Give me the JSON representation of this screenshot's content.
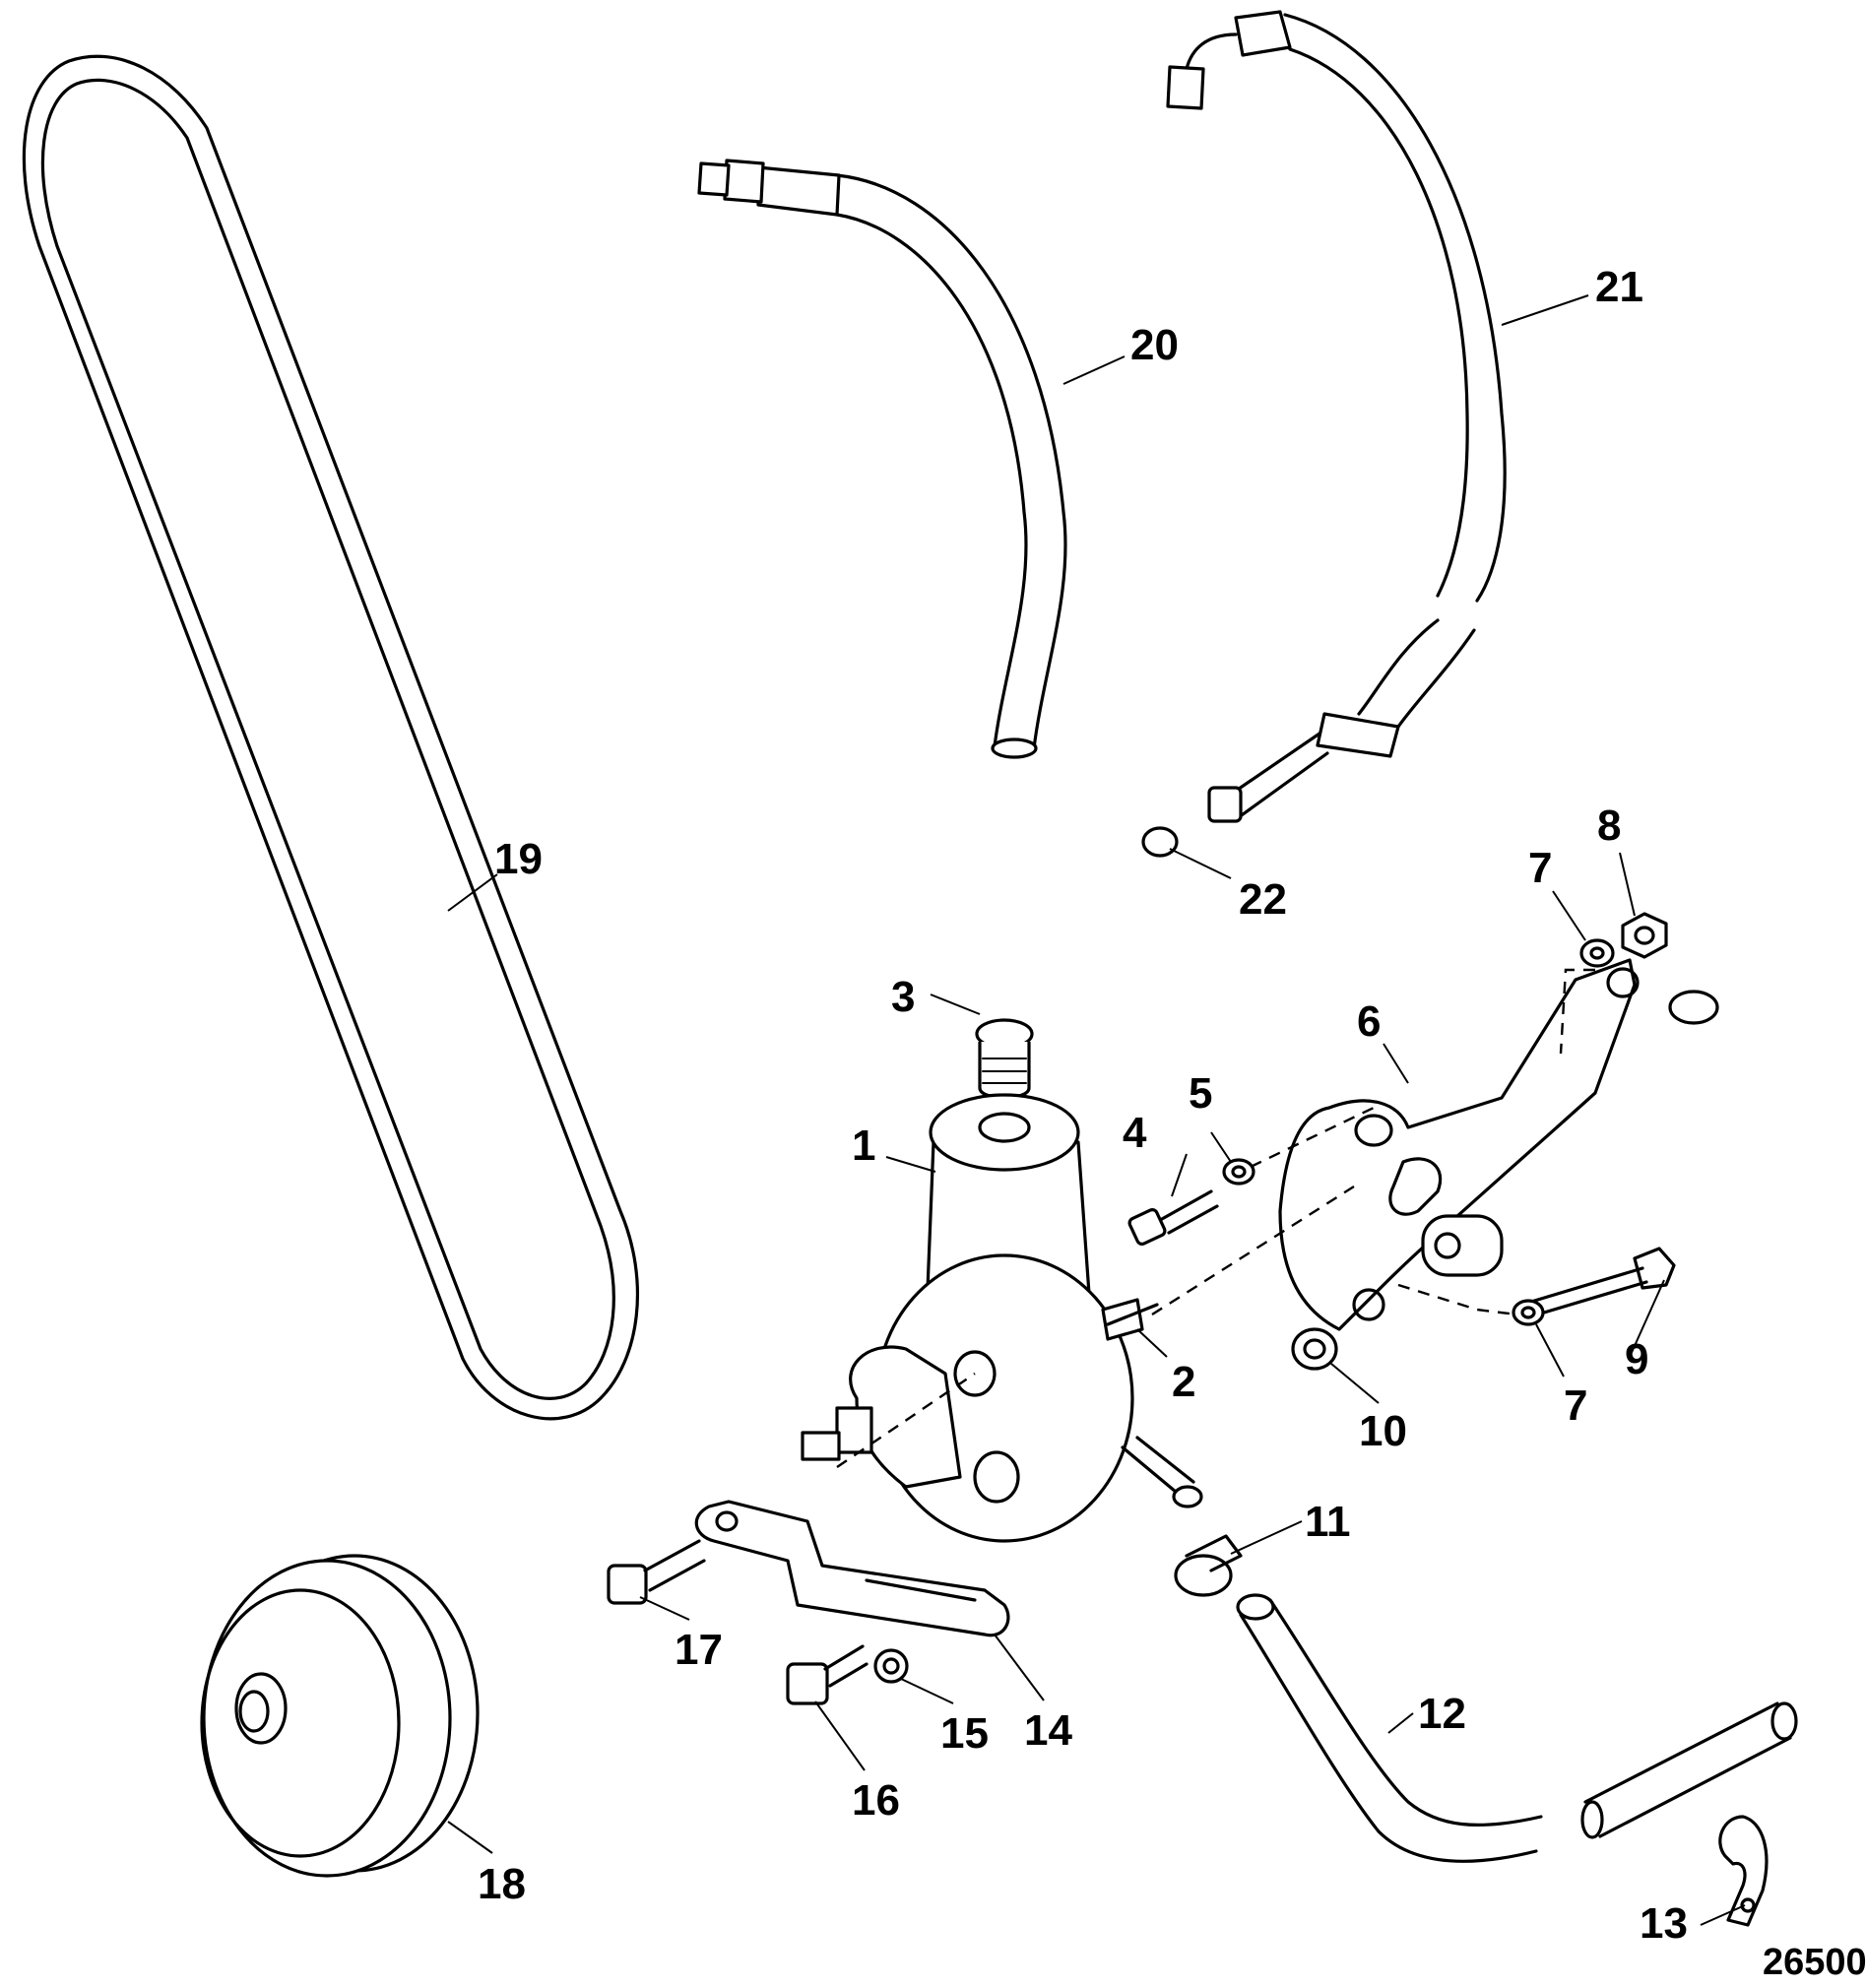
{
  "callouts": {
    "c1": "1",
    "c2": "2",
    "c3": "3",
    "c4": "4",
    "c5": "5",
    "c6": "6",
    "c7a": "7",
    "c7b": "7",
    "c8": "8",
    "c9": "9",
    "c10": "10",
    "c11": "11",
    "c12": "12",
    "c13": "13",
    "c14": "14",
    "c15": "15",
    "c16": "16",
    "c17": "17",
    "c18": "18",
    "c19": "19",
    "c20": "20",
    "c21": "21",
    "c22": "22"
  },
  "figure_id": "26500"
}
